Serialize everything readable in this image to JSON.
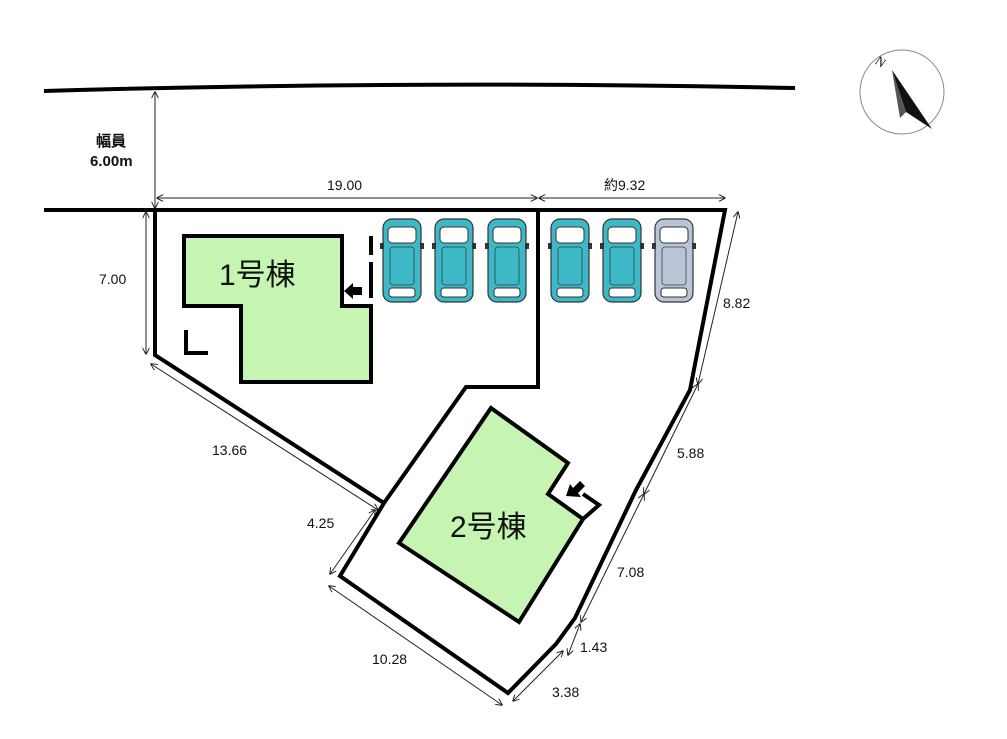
{
  "road": {
    "label": "幅員",
    "width": "6.00m"
  },
  "buildings": [
    {
      "id": 1,
      "name": "1号棟"
    },
    {
      "id": 2,
      "name": "2号棟"
    }
  ],
  "dimensions": {
    "top_left": "19.00",
    "top_right": "約9.32",
    "left_vertical": "7.00",
    "left_diagonal": "13.66",
    "inner_diagonal": "4.25",
    "bottom_left": "10.28",
    "bottom_right": "3.38",
    "right_small": "1.43",
    "right_lower": "7.08",
    "right_mid": "5.88",
    "right_upper": "8.82"
  },
  "compass": {
    "label": "N"
  },
  "parking": {
    "count": 6,
    "cars": [
      {
        "color": "#3db8c7"
      },
      {
        "color": "#3db8c7"
      },
      {
        "color": "#3db8c7"
      },
      {
        "color": "#3db8c7"
      },
      {
        "color": "#3db8c7"
      },
      {
        "color": "#b9c4d6"
      }
    ]
  },
  "colors": {
    "building_fill": "#c6f5b3",
    "outline": "#000000"
  }
}
